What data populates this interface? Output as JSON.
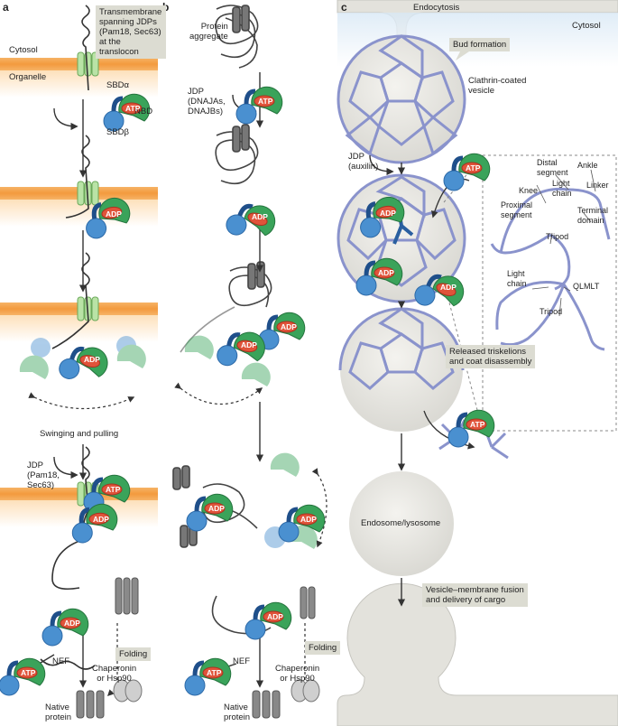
{
  "panels": {
    "a": "a",
    "b": "b",
    "c": "c"
  },
  "a": {
    "callout_jdp": "Transmembrane\nspanning JDPs\n(Pam18, Sec63)\nat the translocon",
    "cytosol": "Cytosol",
    "organelle": "Organelle",
    "sbd_alpha": "SBDα",
    "nbd": "NBD",
    "sbd_beta": "SBDβ",
    "swinging": "Swinging and pulling",
    "jdp2": "JDP\n(Pam18,\nSec63)",
    "folding": "Folding",
    "chaperonin": "Chaperonin\nor Hsp90",
    "nef": "NEF",
    "native": "Native\nprotein"
  },
  "b": {
    "aggregate": "Protein\naggregate",
    "jdp": "JDP\n(DNAJAs,\nDNAJBs)",
    "folding": "Folding",
    "chaperonin": "Chaperonin\nor Hsp90",
    "nef": "NEF",
    "native": "Native\nprotein"
  },
  "c": {
    "endocytosis": "Endocytosis",
    "cytosol": "Cytosol",
    "bud": "Bud formation",
    "ccv": "Clathrin-coated\nvesicle",
    "jdp": "JDP\n(auxilin)",
    "released": "Released triskelions\nand coat disassembly",
    "endosome": "Endosome/lysosome",
    "fusion": "Vesicle–membrane fusion\nand delivery of cargo",
    "tri": {
      "distal": "Distal\nsegment",
      "ankle": "Ankle",
      "linker": "Linker",
      "knee": "Knee",
      "light1": "Light\nchain",
      "proximal": "Proximal\nsegment",
      "terminal": "Terminal\ndomain",
      "tripod1": "Tripod",
      "light2": "Light\nchain",
      "qlmlt": "QLMLT",
      "tripod2": "Tripod"
    }
  },
  "nuc": {
    "atp": "ATP",
    "adp": "ADP"
  },
  "colors": {
    "membrane": "#f3a04a",
    "membrane_light": "#fde3c0",
    "hsp70_green": "#3aa35a",
    "hsp70_blue": "#4a90d0",
    "atp_red": "#e0533a",
    "clathrin": "#8a93cc",
    "vesicle": "#e6e5df",
    "callout": "#dcdcd2",
    "cytosol_blue": "#dceaf5"
  }
}
